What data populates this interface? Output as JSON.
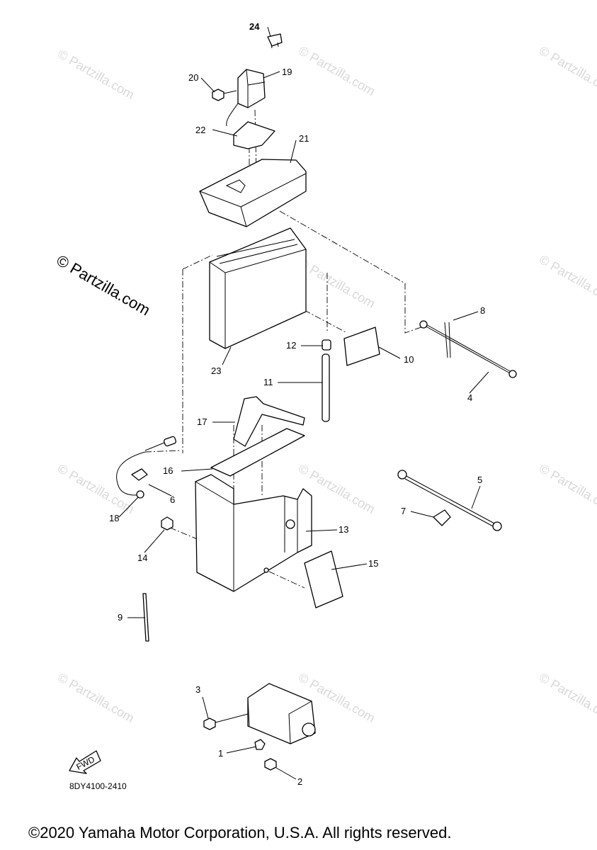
{
  "callouts": [
    {
      "id": "1",
      "label": "1"
    },
    {
      "id": "2",
      "label": "2"
    },
    {
      "id": "3",
      "label": "3"
    },
    {
      "id": "4",
      "label": "4"
    },
    {
      "id": "5",
      "label": "5"
    },
    {
      "id": "6",
      "label": "6"
    },
    {
      "id": "7",
      "label": "7"
    },
    {
      "id": "8",
      "label": "8"
    },
    {
      "id": "9",
      "label": "9"
    },
    {
      "id": "10",
      "label": "10"
    },
    {
      "id": "11",
      "label": "11"
    },
    {
      "id": "12",
      "label": "12"
    },
    {
      "id": "13",
      "label": "13"
    },
    {
      "id": "14",
      "label": "14"
    },
    {
      "id": "15",
      "label": "15"
    },
    {
      "id": "16",
      "label": "16"
    },
    {
      "id": "17",
      "label": "17"
    },
    {
      "id": "18",
      "label": "18"
    },
    {
      "id": "19",
      "label": "19"
    },
    {
      "id": "20",
      "label": "20"
    },
    {
      "id": "21",
      "label": "21"
    },
    {
      "id": "22",
      "label": "22"
    },
    {
      "id": "23",
      "label": "23"
    },
    {
      "id": "24",
      "label": "24"
    }
  ],
  "watermark": {
    "text": "© Partzilla.com",
    "main_text": "© Partzilla.com"
  },
  "fwd_label": "FWD",
  "diagram_code": "8DY4100-2410",
  "copyright": "©2020 Yamaha Motor Corporation, U.S.A. All rights reserved."
}
